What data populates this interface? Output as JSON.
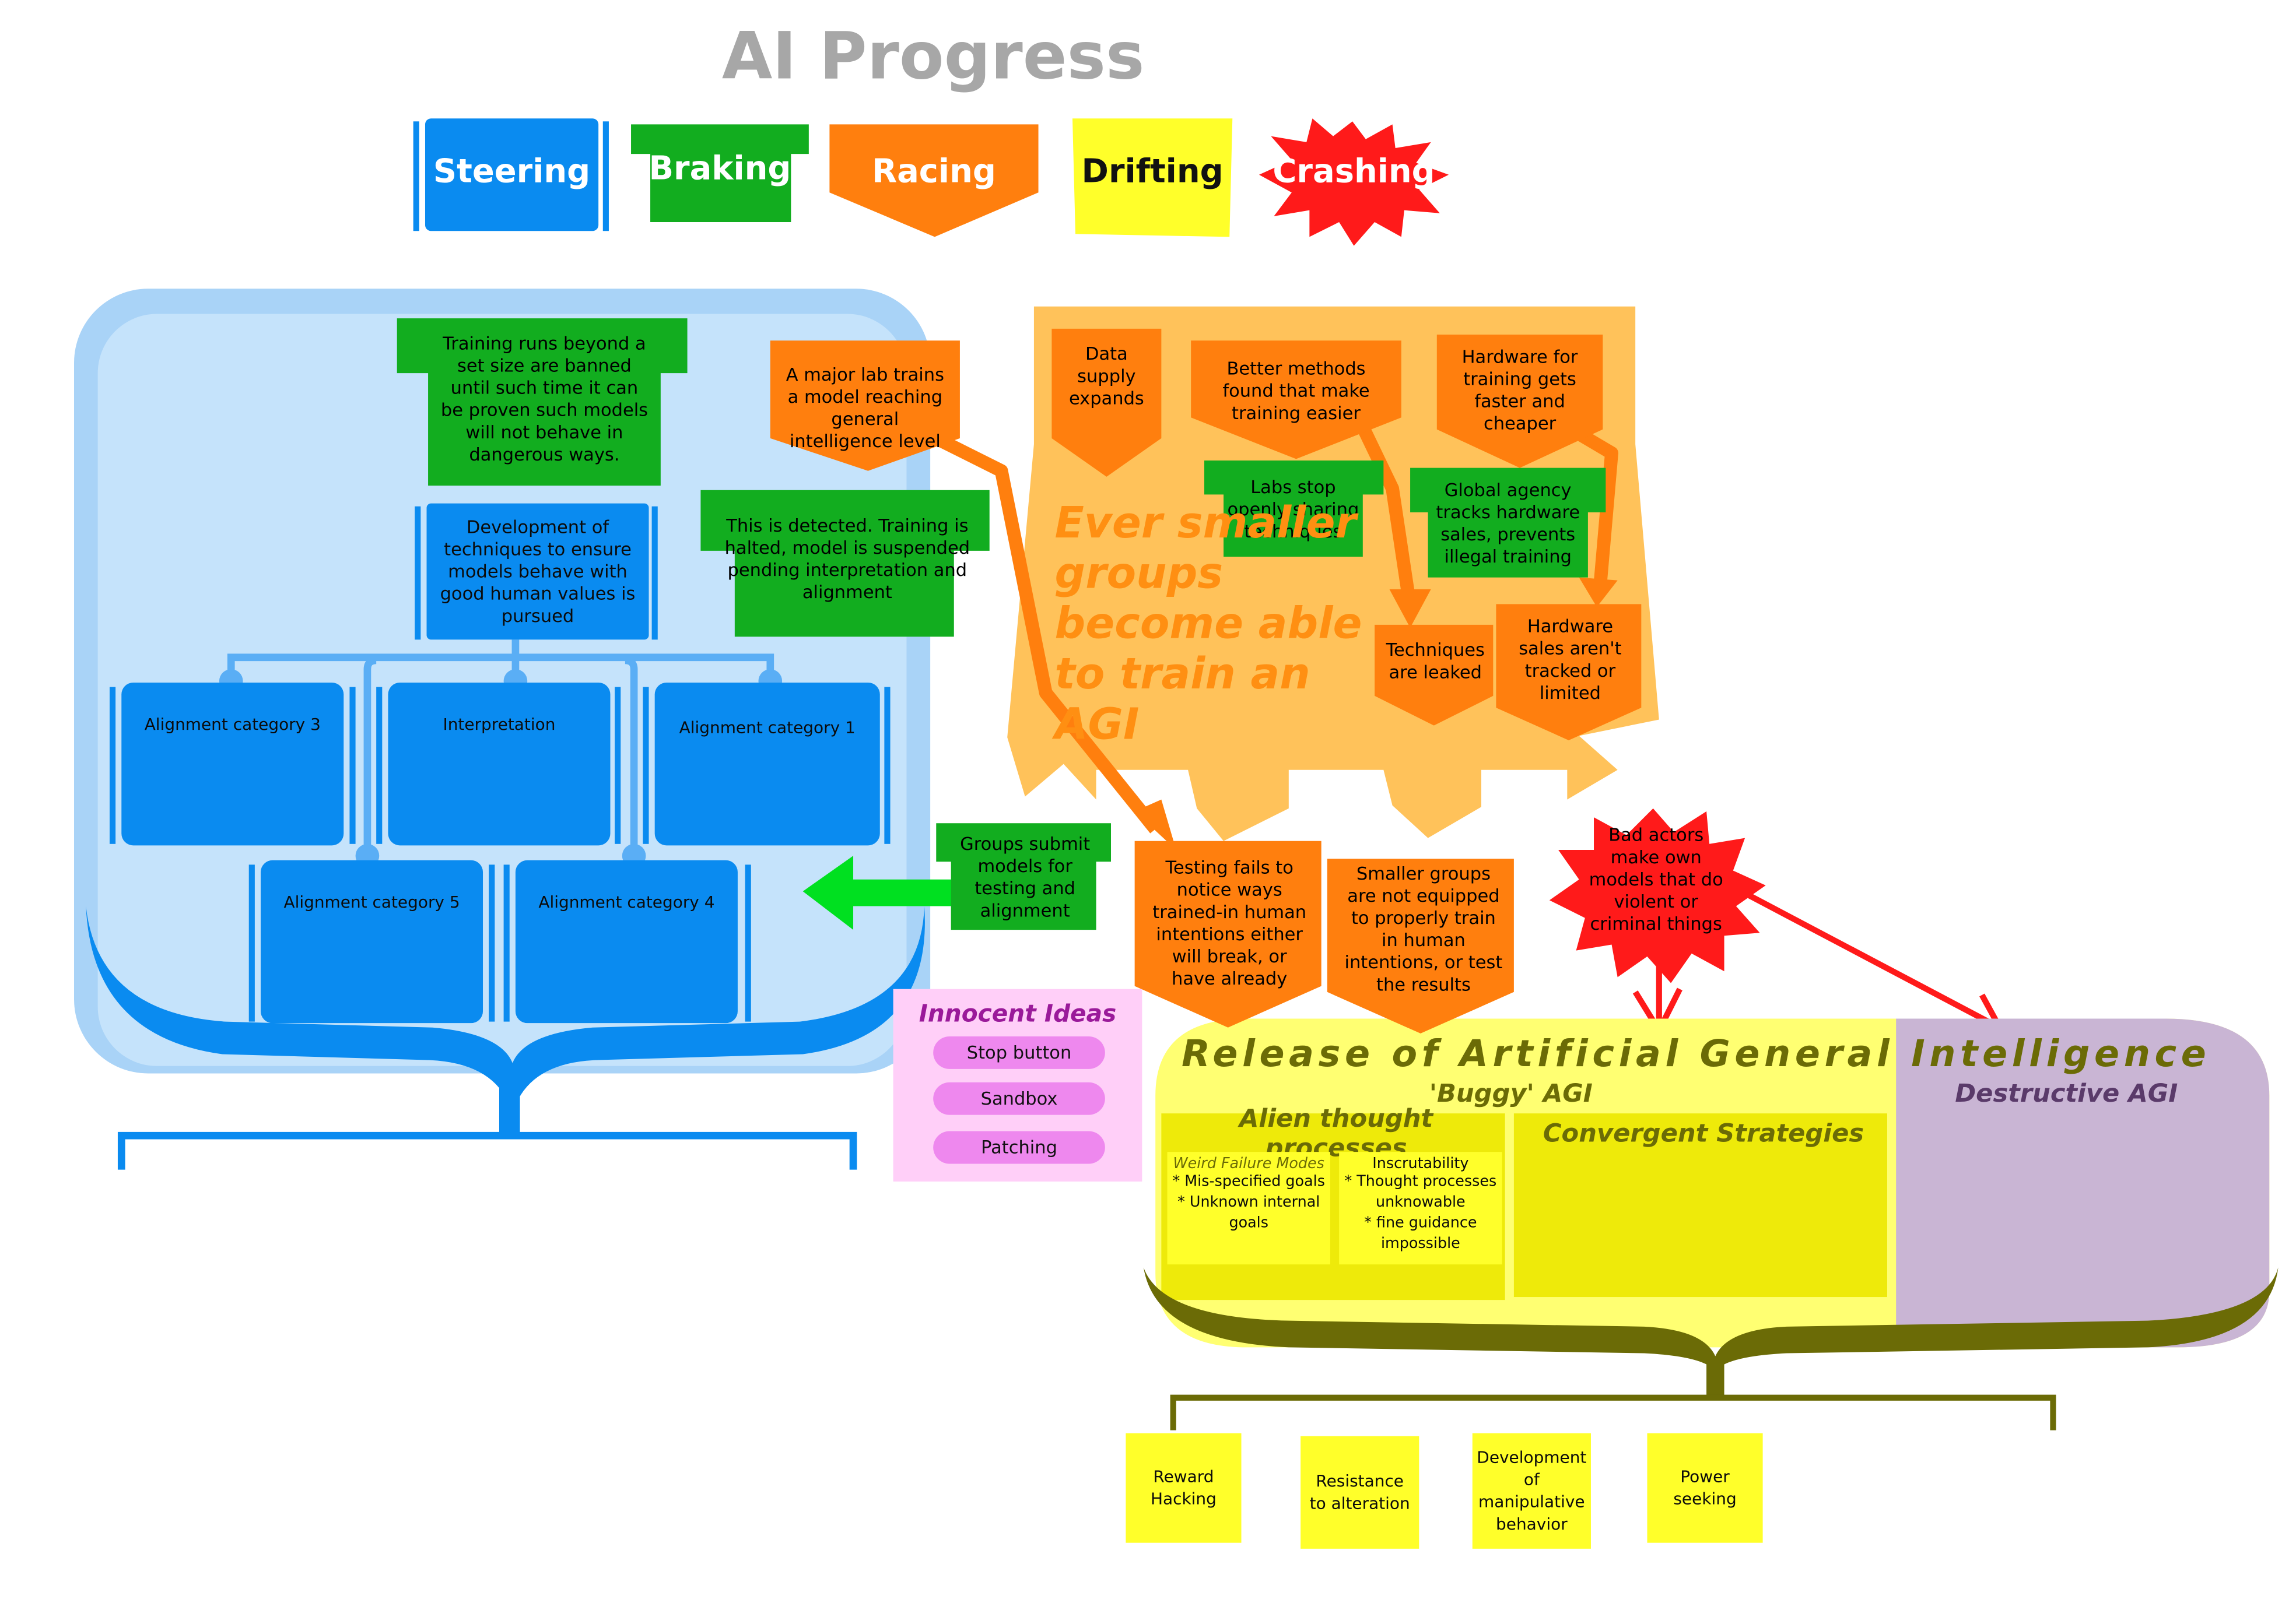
{
  "title": "AI Progress",
  "legend": {
    "steering": "Steering",
    "braking": "Braking",
    "racing": "Racing",
    "drifting": "Drifting",
    "crashing": "Crashing"
  },
  "steering": {
    "training_ban": "Training runs beyond a set size are banned until such time it can be proven such models will not behave in dangerous ways.",
    "development": "Development of techniques to ensure models behave with good human values is pursued",
    "cat3": "Alignment category 3",
    "interpretation": "Interpretation",
    "cat1": "Alignment category 1",
    "cat5": "Alignment category 5",
    "cat4": "Alignment category 4"
  },
  "race": {
    "major_lab": "A major lab trains a model reaching general intelligence level",
    "detected": "This is detected. Training is halted, model is suspended pending interpretation and alignment",
    "data_supply": "Data supply expands",
    "better_methods": "Better methods found that make training easier",
    "hardware_cheaper": "Hardware for training gets faster and cheaper",
    "labs_stop": "Labs stop openly sharing techniques",
    "global_agency": "Global agency tracks hardware sales, prevents illegal training",
    "techniques_leaked": "Techniques are leaked",
    "hardware_untracked": "Hardware sales aren't tracked or limited",
    "big_text": "Ever smaller groups become able to train an AGI",
    "groups_submit": "Groups submit models for testing and alignment",
    "testing_fails": "Testing fails to notice ways trained-in human intentions either will break, or have already",
    "smaller_groups": "Smaller groups are not equipped to properly train in human intentions, or test the results",
    "bad_actors": "Bad actors make own models that do violent or criminal things"
  },
  "innocent": {
    "title": "Innocent Ideas",
    "items": [
      "Stop button",
      "Sandbox",
      "Patching"
    ]
  },
  "release": {
    "title": "Release of Artificial General Intelligence",
    "buggy": "'Buggy' AGI",
    "destructive": "Destructive AGI",
    "alien": "Alien thought processes",
    "convergent": "Convergent Strategies",
    "weird_title": "Weird Failure Modes",
    "weird_body": "* Mis-specified goals\n* Unknown internal goals",
    "inscrut_title": "Inscrutability",
    "inscrut_body": "* Thought processes unknowable\n* fine guidance impossible"
  },
  "strategies": [
    "Reward Hacking",
    "Resistance to alteration",
    "Development of manipulative behavior",
    "Power seeking"
  ],
  "colors": {
    "steering_blue": "#0a8bf0",
    "braking_green": "#12ad1f",
    "racing_orange": "#ff7f0e",
    "drifting_yellow": "#ffff2a",
    "crashing_red": "#ff1a1a",
    "light_orange": "#ffc25a",
    "light_blue": "#c5e3fb",
    "purple": "#c9b5d4",
    "olive": "#6b6b06"
  }
}
